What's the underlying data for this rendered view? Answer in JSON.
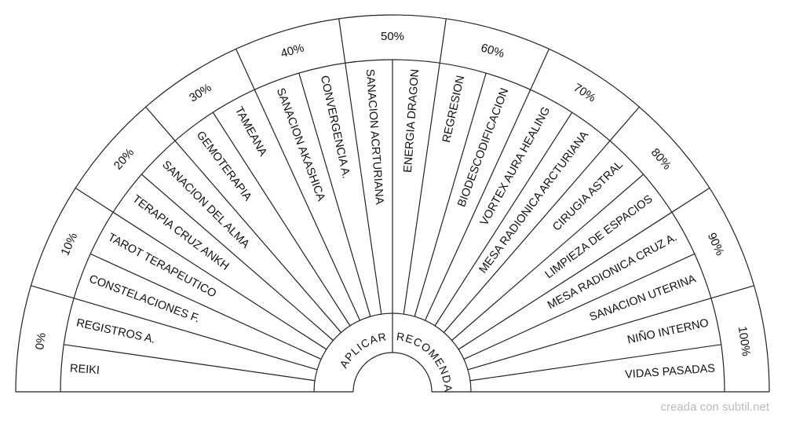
{
  "chart": {
    "percentages": [
      "0%",
      "10%",
      "20%",
      "30%",
      "40%",
      "50%",
      "60%",
      "70%",
      "80%",
      "90%",
      "100%"
    ],
    "items": [
      "REIKI",
      "REGISTROS A.",
      "CONSTELACIONES F.",
      "TAROT TERAPEUTICO",
      "TERAPIA CRUZ ANKH",
      "SANACION DEL ALMA",
      "GEMOTERAPIA",
      "TAMEANA",
      "SANACION AKASHICA",
      "CONVERGENCIA A.",
      "SANACION ACRTURIANA",
      "ENERGIA DRAGON",
      "REGRESION",
      "BIODESCODIFICACION",
      "VORTEX AURA HEALING",
      "MESA RADIONICA ARCTURIANA",
      "CIRUGIA ASTRAL",
      "LIMPIEZA DE ESPACIOS",
      "MESA RADIONICA CRUZ A.",
      "SANACION UTERINA",
      "NIÑO INTERNO",
      "VIDAS PASADAS"
    ],
    "center_left": "APLICAR",
    "center_right": "RECOMENDAR"
  },
  "watermark": "creada con subtil.net"
}
